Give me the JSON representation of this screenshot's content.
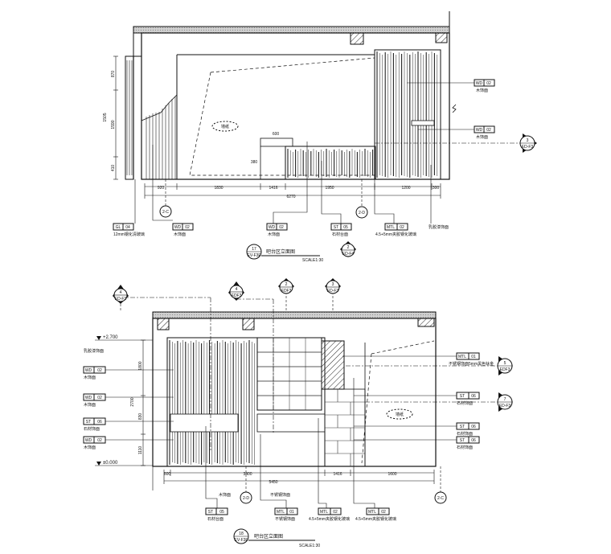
{
  "top": {
    "dims": [
      "920",
      "1830",
      "1416",
      "1950",
      "1200",
      "300"
    ],
    "dim_total": "6270",
    "vert_dims": [
      "870",
      "1505",
      "1590",
      "410"
    ],
    "counter_width": "600",
    "counter_height": "380",
    "grid_left": "2-C",
    "grid_right": "2-D",
    "tags": [
      {
        "code": "WD",
        "num": "02",
        "note": "木饰面"
      },
      {
        "code": "WD",
        "num": "02",
        "note": "木饰面"
      }
    ],
    "bottom_tags": [
      {
        "code": "GL",
        "num": "04",
        "note": "12mm钢化清玻璃"
      },
      {
        "code": "WD",
        "num": "02",
        "note": "木饰面"
      },
      {
        "code": "WD",
        "num": "02",
        "note": "木饰面"
      },
      {
        "code": "ST",
        "num": "05",
        "note": "石材台面"
      },
      {
        "code": "MTL",
        "num": "02",
        "note": "4.5+5mm夹胶钢化玻璃"
      }
    ],
    "label_far": "乳胶漆饰面",
    "center_label": "墙纸",
    "section_ref": {
      "num": "3",
      "sheet": "ED-F3"
    },
    "section_ref_bottom": {
      "num": "2",
      "sheet": "ED-F4"
    },
    "title": {
      "num": "17",
      "sheet": "EV-F3F",
      "name": "吧台区立面图",
      "scale": "SCALE1:30"
    }
  },
  "bottom": {
    "levels": [
      "+2.700",
      "±0.000"
    ],
    "dims": [
      "600",
      "3400",
      "1416",
      "1600"
    ],
    "dim_total": "5450",
    "vert_dims": [
      "1800",
      "2700",
      "830",
      "1110"
    ],
    "grid_left": "2-D",
    "grid_right": "2-C",
    "top_refs": [
      {
        "num": "4",
        "sheet": "ED-F3"
      },
      {
        "num": "4",
        "sheet": "EDF3"
      },
      {
        "num": "2",
        "sheet": "EDF3"
      },
      {
        "num": "3",
        "sheet": "ED-F3"
      }
    ],
    "right_refs": [
      {
        "num": "5",
        "sheet": "EDF3"
      },
      {
        "num": "7",
        "sheet": "ED-F3"
      }
    ],
    "left_tags": [
      {
        "code": "WD",
        "num": "02",
        "note": "木饰面"
      },
      {
        "code": "WD",
        "num": "02",
        "note": "木饰面"
      },
      {
        "code": "ST",
        "num": "06",
        "note": "石材饰面"
      },
      {
        "code": "WD",
        "num": "02",
        "note": "木饰面"
      }
    ],
    "left_note": "乳胶漆饰面",
    "right_tags": [
      {
        "code": "MTL",
        "num": "01",
        "note": "不锈钢饰面5mm黑色钛金"
      },
      {
        "code": "ST",
        "num": "06",
        "note": "石材饰面"
      },
      {
        "code": "ST",
        "num": "06",
        "note": "石材饰面"
      },
      {
        "code": "ST",
        "num": "06",
        "note": "石材饰面"
      }
    ],
    "bottom_tags": [
      {
        "code": "ST",
        "num": "05",
        "note": "石材台面"
      },
      {
        "code": "MTL",
        "num": "01",
        "note": "不锈钢饰面"
      },
      {
        "code": "MTL",
        "num": "02",
        "note": "4.5+5mm夹胶钢化玻璃"
      },
      {
        "code": "MTL",
        "num": "02",
        "note": "4.5+5mm夹胶钢化玻璃"
      }
    ],
    "notes_mid": [
      "木饰面",
      "不锈钢饰面"
    ],
    "center_label": "墙纸",
    "title": {
      "num": "18",
      "sheet": "EV-F3F",
      "name": "吧台区立面图",
      "scale": "SCALE1:30"
    }
  }
}
